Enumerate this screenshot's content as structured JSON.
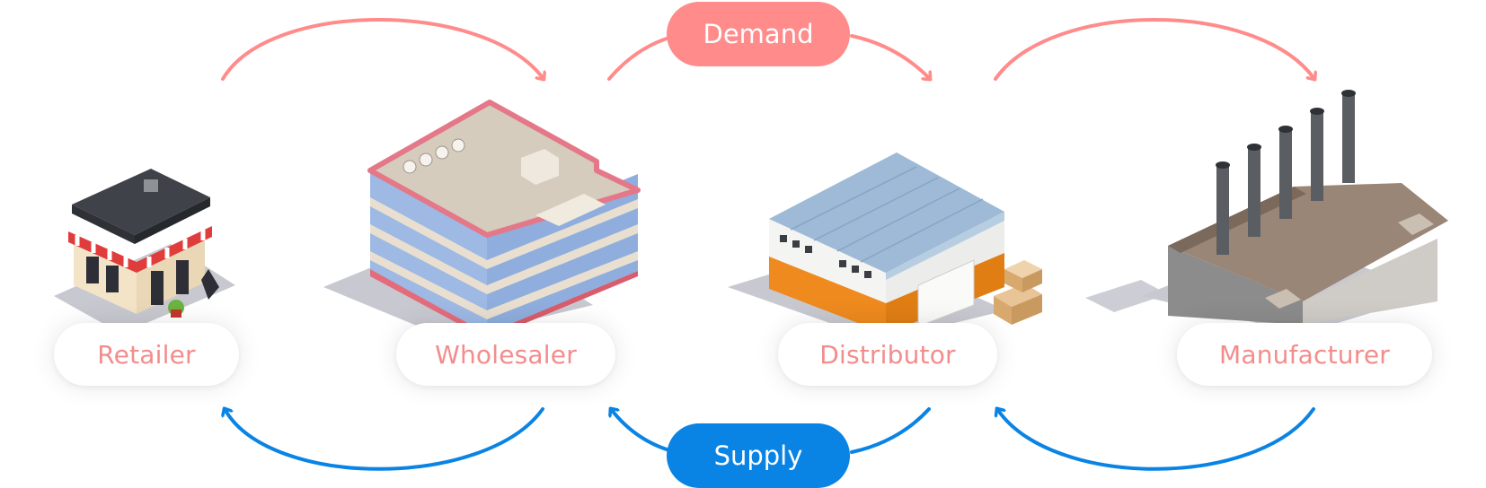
{
  "flow_labels": {
    "demand": "Demand",
    "supply": "Supply"
  },
  "stages": [
    {
      "label": "Retailer"
    },
    {
      "label": "Wholesaler"
    },
    {
      "label": "Distributor"
    },
    {
      "label": "Manufacturer"
    }
  ],
  "colors": {
    "demand": "#FF8B8B",
    "supply": "#0A84E4",
    "stage_label": "#F48C8C",
    "shadow": "#C8C8D0"
  },
  "icons": [
    "retail-store-icon",
    "office-building-icon",
    "warehouse-icon",
    "factory-icon"
  ]
}
